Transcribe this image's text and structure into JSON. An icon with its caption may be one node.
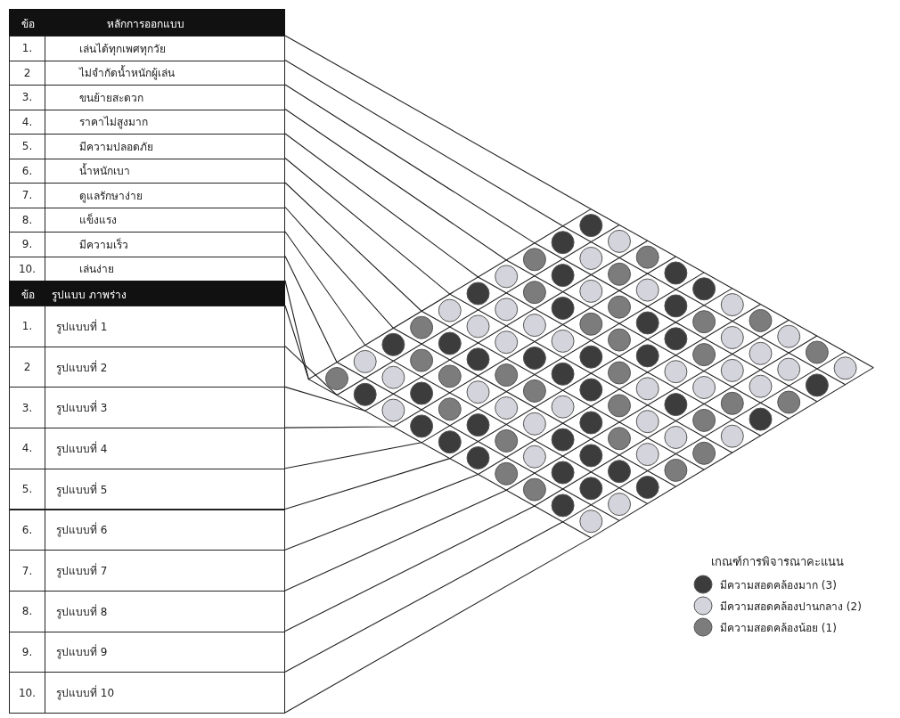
{
  "diagram": {
    "labels": [
      "ข้อ",
      "หลักการออกแบบ",
      "1.",
      "เล่นได้ทุกเพศทุกวัย",
      "2",
      "ไม่จำกัดน้ำหนักผู้เล่น",
      "3.",
      "ขนย้ายสะดวก",
      "4.",
      "ราคาไม่สูงมาก",
      "5.",
      "มีความปลอดภัย",
      "6.",
      "น้ำหนักเบา",
      "7.",
      "ดูแลรักษาง่าย",
      "8.",
      "แข็งแรง",
      "9.",
      "มีความเร็ว",
      "10.",
      "เล่นง่าย",
      "ข้อ",
      "รูปแบบ ภาพร่าง",
      "1.",
      "รูปแบบที่ 1",
      "2",
      "รูปแบบที่ 2",
      "3.",
      "รูปแบบที่ 3",
      "4.",
      "รูปแบบที่ 4",
      "5.",
      "รูปแบบที่ 5",
      "6.",
      "รูปแบบที่ 6",
      "7.",
      "รูปแบบที่ 7",
      "8.",
      "รูปแบบที่ 8",
      "9.",
      "รูปแบบที่ 9",
      "10.",
      "รูปแบบที่ 10",
      "เกณฑ์การพิจารณาคะแนน"
    ],
    "legend": [
      {
        "text": "มีความสอดคล้องมาก (3)",
        "color": "#3c3c3c"
      },
      {
        "text": "มีความสอดคล้องปานกลาง (2)",
        "color": "#d4d4dc"
      },
      {
        "text": "มีความสอดคล้องน้อย (1)",
        "color": "#7c7c7c"
      }
    ]
  }
}
